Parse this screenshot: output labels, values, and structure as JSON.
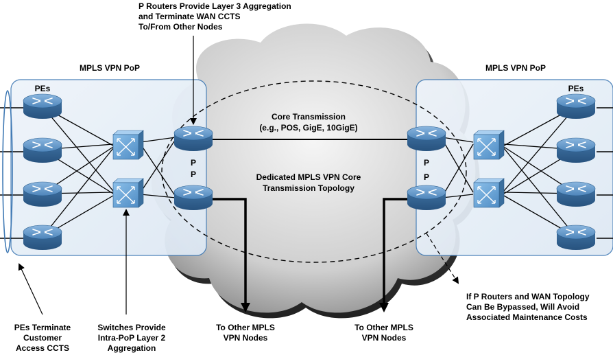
{
  "labels": {
    "top_annotation": [
      "P Routers Provide Layer 3 Aggregation",
      "and Terminate WAN CCTS",
      "To/From Other Nodes"
    ],
    "left_pop_title": "MPLS VPN PoP",
    "right_pop_title": "MPLS VPN PoP",
    "left_pes": "PEs",
    "right_pes": "PEs",
    "core_transmission": [
      "Core Transmission",
      "(e.g., POS, GigE, 10GigE)"
    ],
    "dedicated_core": [
      "Dedicated MPLS VPN Core",
      "Transmission Topology"
    ],
    "p_label": "P",
    "pes_terminate": [
      "PEs Terminate",
      "Customer",
      "Access CCTS"
    ],
    "switches_provide": [
      "Switches Provide",
      "Intra-PoP Layer 2",
      "Aggregation"
    ],
    "to_other_left": [
      "To Other MPLS",
      "VPN Nodes"
    ],
    "to_other_right": [
      "To Other MPLS",
      "VPN Nodes"
    ],
    "bypass_note": [
      "If P Routers and WAN Topology",
      "Can Be Bypassed, Will Avoid",
      "Associated Maintenance Costs"
    ]
  },
  "colors": {
    "router_fill": "#4e84b6",
    "switch_fill": "#5d97c9",
    "pop_fill": "#e6eff8",
    "pop_border": "#3f79b4",
    "cloud_fill": "#d6d6d6"
  },
  "icons": {
    "router": "router-icon",
    "switch": "switch-icon",
    "cloud": "cloud-shape"
  }
}
